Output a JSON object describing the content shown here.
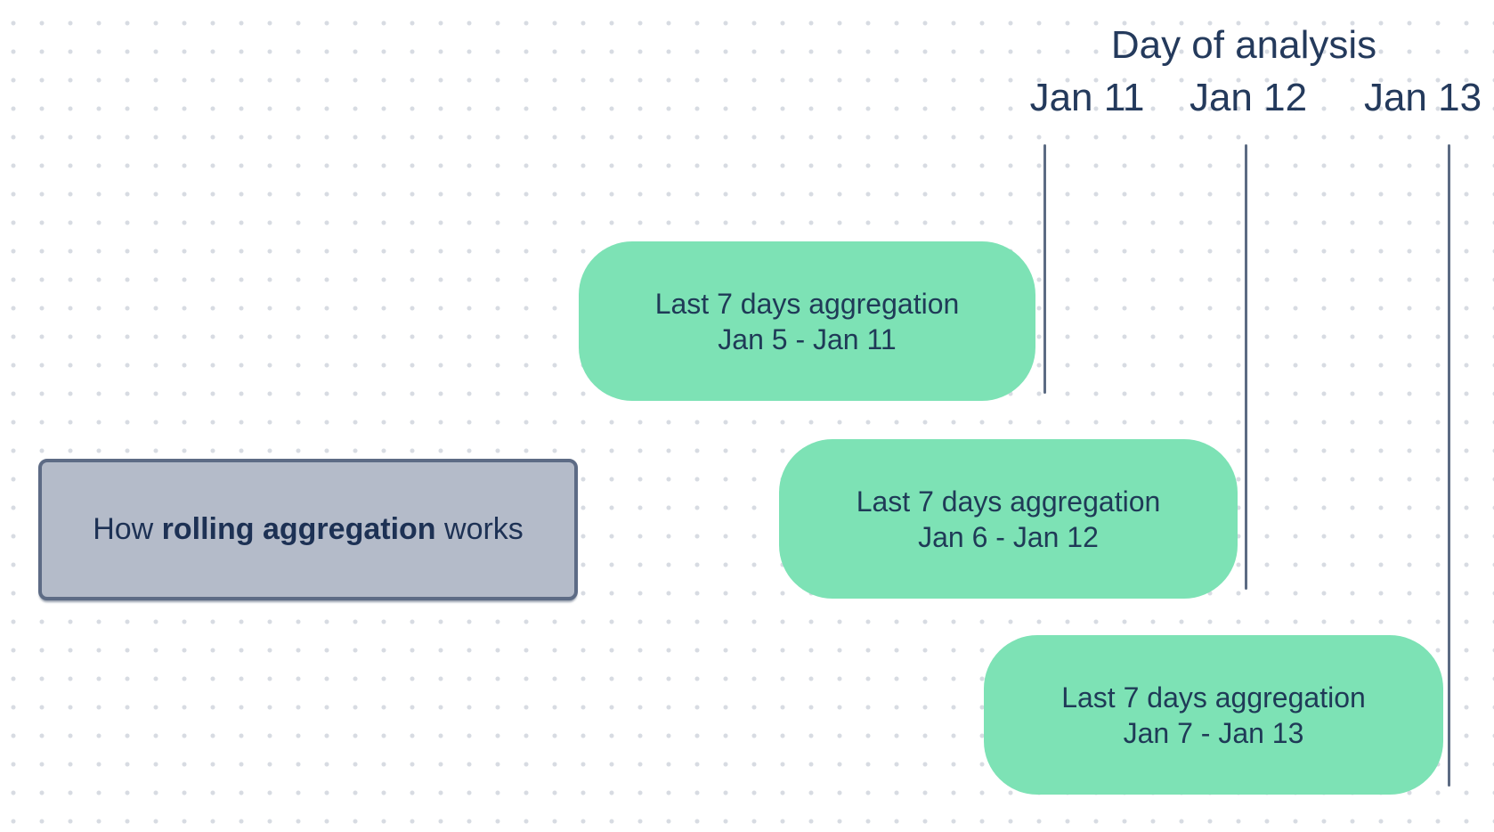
{
  "header": {
    "title": "Day of analysis",
    "day_labels": [
      {
        "label": "Jan 11"
      },
      {
        "label": "Jan 12"
      },
      {
        "label": "Jan 13"
      }
    ]
  },
  "legend": {
    "prefix": "How ",
    "bold": "rolling aggregation",
    "suffix": " works"
  },
  "boxes": [
    {
      "title": "Last 7 days aggregation",
      "range": "Jan 5 - Jan 11"
    },
    {
      "title": "Last 7 days aggregation",
      "range": "Jan 6 - Jan 12"
    },
    {
      "title": "Last 7 days aggregation",
      "range": "Jan 7 - Jan 13"
    }
  ],
  "colors": {
    "text_navy": "#243a5c",
    "box_green": "#7de2b5",
    "legend_gray_fill": "#b4bbc9",
    "slate_line_and_border": "#5c6b83",
    "grid_dot": "#d7dbe2",
    "background": "#ffffff"
  }
}
